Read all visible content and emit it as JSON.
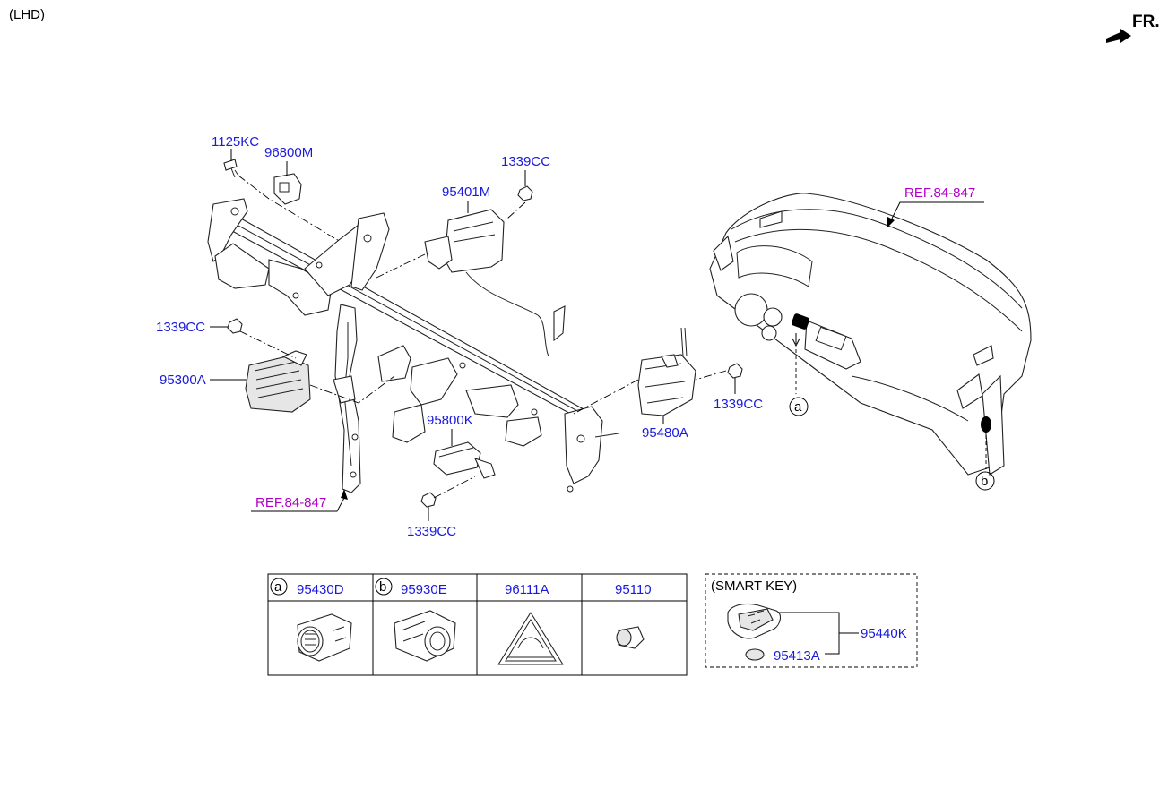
{
  "header": {
    "variant": "(LHD)",
    "front_label": "FR."
  },
  "callouts": {
    "p1125KC": "1125KC",
    "p96800M": "96800M",
    "p1339CC_top": "1339CC",
    "p95401M": "95401M",
    "p1339CC_left": "1339CC",
    "p95300A": "95300A",
    "p95800K": "95800K",
    "p1339CC_bottom": "1339CC",
    "p95480A": "95480A",
    "p1339CC_right": "1339CC",
    "ref_left": "REF.84-847",
    "ref_right": "REF.84-847",
    "marker_a": "a",
    "marker_b": "b"
  },
  "parts_table": {
    "columns": [
      {
        "marker": "a",
        "part_no": "95430D"
      },
      {
        "marker": "b",
        "part_no": "95930E"
      },
      {
        "marker": "",
        "part_no": "96111A"
      },
      {
        "marker": "",
        "part_no": "95110"
      }
    ]
  },
  "smart_key_box": {
    "title": "(SMART KEY)",
    "key_part": "95440K",
    "battery_part": "95413A"
  },
  "colors": {
    "part_label": "#1a1adb",
    "reference_label": "#b000c8",
    "line": "#222222"
  }
}
